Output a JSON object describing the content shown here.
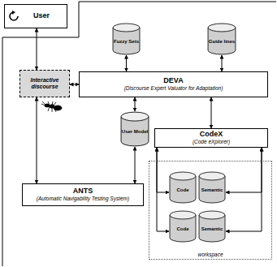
{
  "diagram": {
    "nodes": [
      {
        "text": [
          "User"
        ]
      },
      {
        "text": [
          "Fuzzy Sets"
        ]
      },
      {
        "text": [
          "Guide lines"
        ]
      },
      {
        "text": [
          "Interactive discourse"
        ]
      },
      {
        "text": [
          "DEVA",
          "(Discourse Expert Valuator for Adaptation)"
        ]
      },
      {
        "text": [
          "User Model"
        ]
      },
      {
        "text": [
          "CodeX",
          "(Code eXplorer)"
        ]
      },
      {
        "text": [
          "workspace"
        ]
      },
      {
        "text": [
          "Code"
        ],
        "in": 7
      },
      {
        "text": [
          "Semantic"
        ],
        "in": 7
      },
      {
        "text": [
          "Code"
        ],
        "in": 7
      },
      {
        "text": [
          "Semantic"
        ],
        "in": 7
      },
      {
        "text": [
          "ANTS",
          "(Automatic Navigability Testing System)"
        ]
      }
    ],
    "edges": [
      {
        "from": 0,
        "to": 3,
        "arrow": "both"
      },
      {
        "from": 1,
        "to": 4,
        "arrow": "both"
      },
      {
        "from": 2,
        "to": 4,
        "arrow": "both"
      },
      {
        "from": 3,
        "to": 4,
        "arrow": "both"
      },
      {
        "from": 4,
        "to": 5,
        "arrow": "both"
      },
      {
        "from": 4,
        "to": 6,
        "arrow": "both"
      },
      {
        "from": 3,
        "to": 12,
        "arrow": "both"
      },
      {
        "from": 5,
        "to": 12,
        "arrow": "both"
      },
      {
        "from": 6,
        "to": 8,
        "arrow": "both"
      },
      {
        "from": 6,
        "to": 9,
        "arrow": "both"
      },
      {
        "from": 6,
        "to": 10,
        "arrow": "both"
      },
      {
        "from": 6,
        "to": 11,
        "arrow": "both"
      }
    ]
  }
}
